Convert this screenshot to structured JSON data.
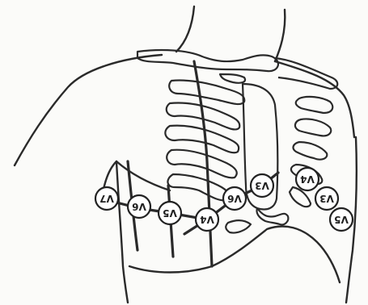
{
  "diagram": {
    "electrodes": [
      {
        "id": "e1",
        "label": "V7",
        "rotation": 180
      },
      {
        "id": "e2",
        "label": "V6",
        "rotation": 180
      },
      {
        "id": "e3",
        "label": "V5",
        "rotation": 180
      },
      {
        "id": "e4",
        "label": "V4",
        "rotation": 180
      },
      {
        "id": "e5",
        "label": "V6",
        "rotation": 180
      },
      {
        "id": "e6",
        "label": "V3",
        "rotation": 180
      },
      {
        "id": "e7",
        "label": "V4",
        "rotation": 180
      },
      {
        "id": "e8",
        "label": "V3",
        "rotation": 180
      },
      {
        "id": "e9",
        "label": "V5",
        "rotation": 180
      }
    ],
    "colors": {
      "ink": "#2a2a2a",
      "paper": "#fbfbf9"
    }
  }
}
